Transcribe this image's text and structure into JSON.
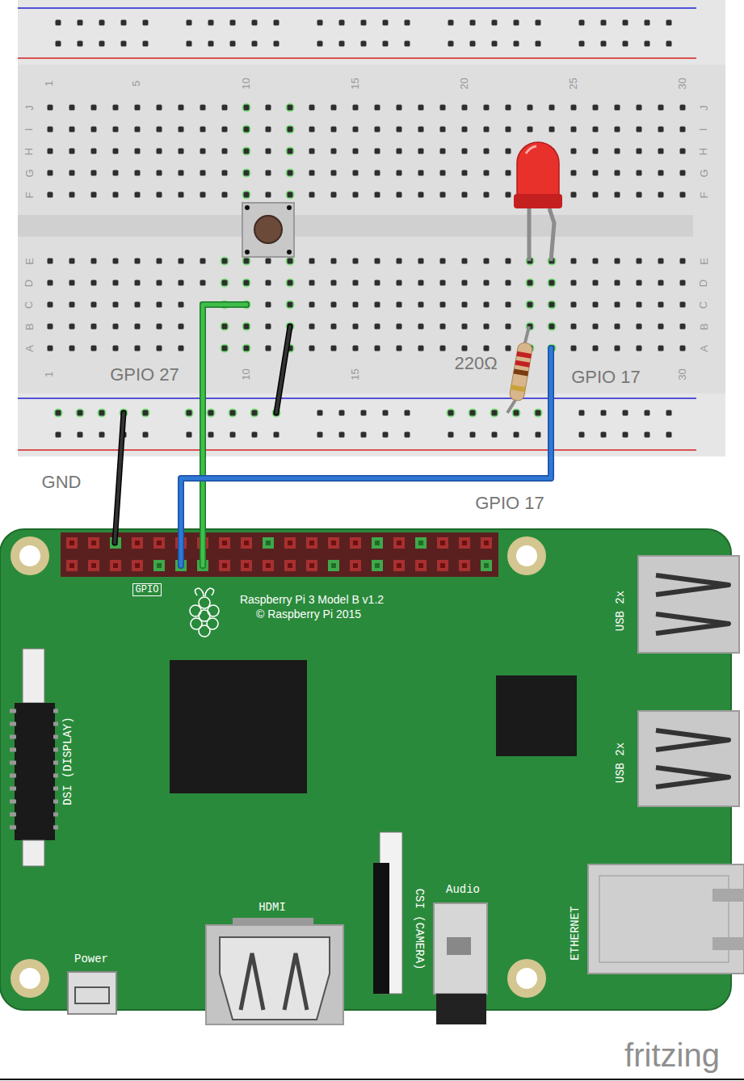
{
  "diagram": {
    "labels": [
      "GPIO 27",
      "220Ω",
      "GPIO 17",
      "GND",
      "GPIO 17",
      "GPIO",
      "Raspberry Pi 3 Model B v1.2",
      "© Raspberry Pi 2015",
      "USB 2x",
      "USB 2x",
      "DSI (DISPLAY)",
      "HDMI",
      "CSI (CAMERA)",
      "Audio",
      "Power",
      "ETHERNET",
      "fritzing",
      "1",
      "5",
      "10",
      "15",
      "20",
      "25",
      "30",
      "1",
      "10",
      "15",
      "30",
      "J",
      "I",
      "H",
      "G",
      "F",
      "E",
      "D",
      "C",
      "B",
      "A",
      "J",
      "I",
      "H",
      "G",
      "F",
      "E",
      "D",
      "C",
      "B",
      "A"
    ]
  }
}
